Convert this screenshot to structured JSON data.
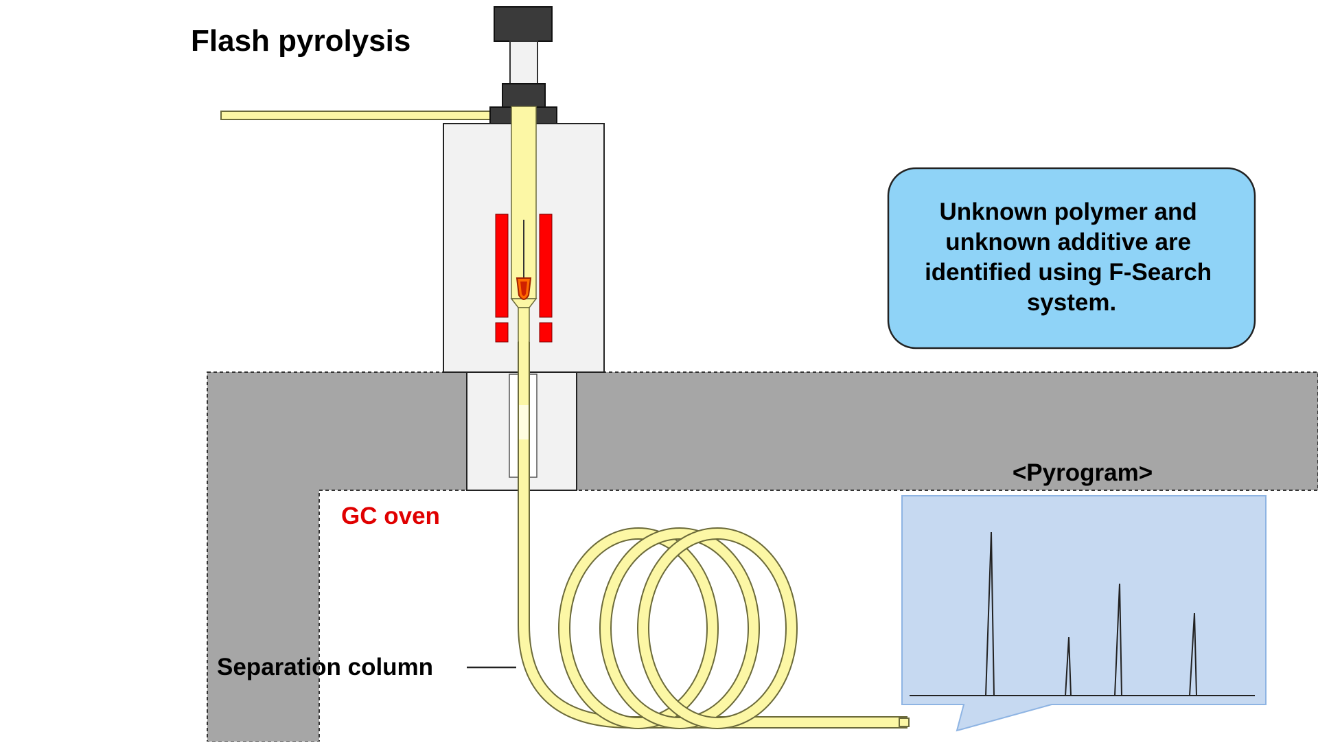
{
  "title": "Flash pyrolysis",
  "labels": {
    "gc_oven": "GC oven",
    "separation_column": "Separation column",
    "pyrogram": "<Pyrogram>"
  },
  "callout": {
    "lines": [
      "Unknown polymer and",
      "unknown additive are",
      "identified using F-Search",
      "system."
    ]
  },
  "colors": {
    "oven_wall": "#a6a6a6",
    "column": "#fcf7a5",
    "column_stroke": "#6b6a3a",
    "heater": "#ff0000",
    "furnace_body": "#f2f2f2",
    "callout_fill": "#8fd3f7",
    "pyrogram_fill": "#c6d9f1",
    "gc_oven_label": "#e00000",
    "cap": "#3a3a3a"
  },
  "icons": {
    "furnace": "pyrolyzer-furnace",
    "sample_cup": "sample-cup-icon",
    "column_coil": "column-coil"
  }
}
